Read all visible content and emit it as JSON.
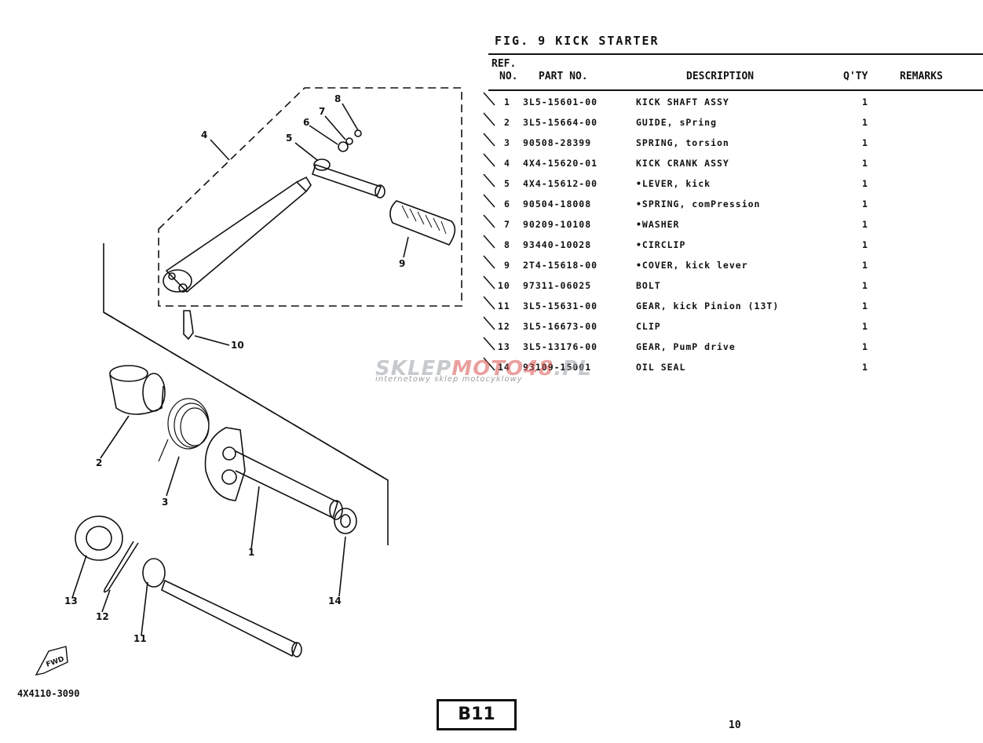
{
  "figure": {
    "title": "FIG. 9 KICK STARTER"
  },
  "table": {
    "headers": {
      "ref_top": "REF.",
      "ref_bottom": "NO.",
      "part_no": "PART NO.",
      "description": "DESCRIPTION",
      "qty": "Q'TY",
      "remarks": "REMARKS"
    },
    "rows": [
      {
        "ref": "1",
        "part_no": "3L5-15601-00",
        "description": "KICK SHAFT ASSY",
        "qty": "1"
      },
      {
        "ref": "2",
        "part_no": "3L5-15664-00",
        "description": "GUIDE, sPring",
        "qty": "1"
      },
      {
        "ref": "3",
        "part_no": "90508-28399",
        "description": "SPRING, torsion",
        "qty": "1"
      },
      {
        "ref": "4",
        "part_no": "4X4-15620-01",
        "description": "KICK CRANK ASSY",
        "qty": "1"
      },
      {
        "ref": "5",
        "part_no": "4X4-15612-00",
        "description": "•LEVER, kick",
        "qty": "1"
      },
      {
        "ref": "6",
        "part_no": "90504-18008",
        "description": "•SPRING, comPression",
        "qty": "1"
      },
      {
        "ref": "7",
        "part_no": "90209-10108",
        "description": "•WASHER",
        "qty": "1"
      },
      {
        "ref": "8",
        "part_no": "93440-10028",
        "description": "•CIRCLIP",
        "qty": "1"
      },
      {
        "ref": "9",
        "part_no": "2T4-15618-00",
        "description": "•COVER, kick lever",
        "qty": "1"
      },
      {
        "ref": "10",
        "part_no": "97311-06025",
        "description": "BOLT",
        "qty": "1"
      },
      {
        "ref": "11",
        "part_no": "3L5-15631-00",
        "description": "GEAR, kick Pinion (13T)",
        "qty": "1"
      },
      {
        "ref": "12",
        "part_no": "3L5-16673-00",
        "description": "CLIP",
        "qty": "1"
      },
      {
        "ref": "13",
        "part_no": "3L5-13176-00",
        "description": "GEAR, PumP drive",
        "qty": "1"
      },
      {
        "ref": "14",
        "part_no": "93109-15001",
        "description": "OIL SEAL",
        "qty": "1"
      }
    ]
  },
  "diagram": {
    "callouts": [
      "1",
      "2",
      "3",
      "4",
      "5",
      "6",
      "7",
      "8",
      "9",
      "10",
      "11",
      "12",
      "13",
      "14"
    ],
    "arrow_text": "FWD",
    "code": "4X4110-3090"
  },
  "watermark": {
    "part1": "SKLEP",
    "part2": "MOTO48",
    "part3": ".PL",
    "subtitle": "internetowy sklep motocyklowy"
  },
  "footer": {
    "box_code": "B11",
    "page_number": "10"
  }
}
